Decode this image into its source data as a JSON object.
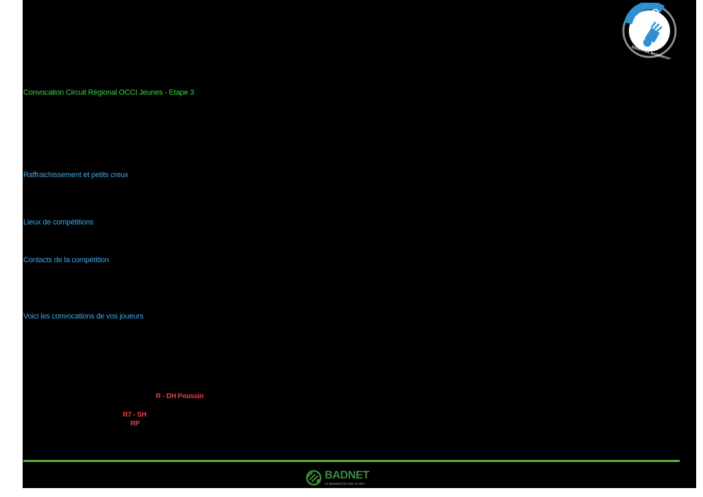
{
  "document": {
    "title": "Convocation Circuit Régional OCCI Jeunes - Etape 3",
    "sections": {
      "refreshments": "Raffraichissement et petits creux",
      "venues": "Lieux de compétitions",
      "contacts": "Contacts de la compétition",
      "convocations": "Voici les convocations de vos joueurs"
    },
    "player_entries": [
      {
        "label": "R - DH Poussin"
      },
      {
        "label": "R7 - SH"
      },
      {
        "label": "RP"
      }
    ]
  },
  "logos": {
    "ebad": {
      "letters": "EBAD",
      "tagline": "ESSENTIEL BADMINTON",
      "icon": "shuttlecock-icon"
    },
    "badnet": {
      "name": "BADNET",
      "tagline": "LE BADMINTON PAR LE NET",
      "icon": "badnet-shuttle-icon"
    }
  },
  "colors": {
    "background": "#000000",
    "title": "#3fcf4a",
    "section_heading": "#3ea8e6",
    "player_entry": "#e8413c",
    "divider": "#5cb63c",
    "ebad_ring": "#8a8f96",
    "ebad_blue": "#2f8fcf",
    "badnet_green": "#3a8f3a"
  }
}
